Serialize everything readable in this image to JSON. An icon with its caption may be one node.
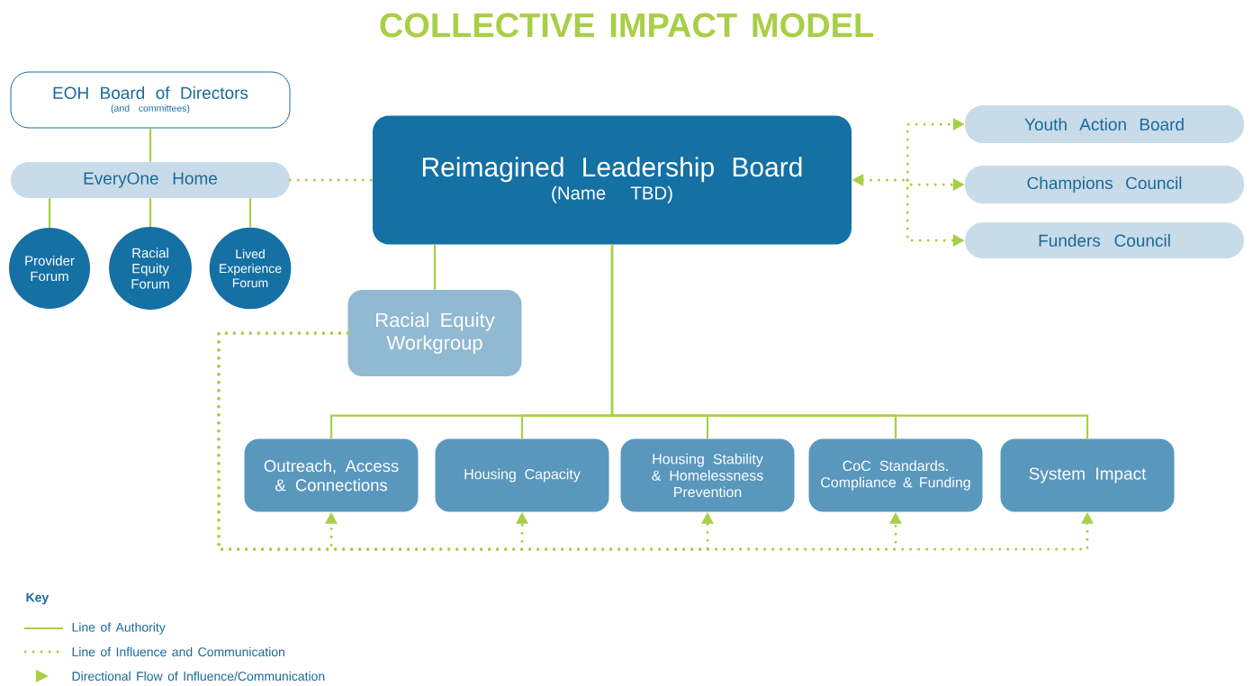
{
  "diagram": {
    "title": "COLLECTIVE IMPACT MODEL",
    "nodes": [
      {
        "text": [
          "EOH Board of Directors",
          "(and committees)"
        ]
      },
      {
        "text": [
          "EveryOne Home"
        ]
      },
      {
        "text": [
          "Provider Forum"
        ]
      },
      {
        "text": [
          "Racial Equity Forum"
        ]
      },
      {
        "text": [
          "Lived Experience Forum"
        ]
      },
      {
        "text": [
          "Reimagined Leadership Board",
          "(Name TBD)"
        ]
      },
      {
        "text": [
          "Youth Action Board"
        ]
      },
      {
        "text": [
          "Champions Council"
        ]
      },
      {
        "text": [
          "Funders Council"
        ]
      },
      {
        "text": [
          "Racial Equity Workgroup"
        ]
      },
      {
        "text": [
          "Outreach, Access & Connections"
        ]
      },
      {
        "text": [
          "Housing Capacity"
        ]
      },
      {
        "text": [
          "Housing Stability & Homelessness Prevention"
        ]
      },
      {
        "text": [
          "CoC Standards. Compliance & Funding"
        ]
      },
      {
        "text": [
          "System Impact"
        ]
      }
    ],
    "edges": [
      {
        "from": 0,
        "to": 1,
        "arrow": "none"
      },
      {
        "from": 1,
        "to": 2,
        "arrow": "none"
      },
      {
        "from": 1,
        "to": 3,
        "arrow": "none"
      },
      {
        "from": 1,
        "to": 4,
        "arrow": "none"
      },
      {
        "from": 1,
        "to": 5,
        "arrow": "none",
        "style": "dashed"
      },
      {
        "from": 5,
        "to": 6,
        "arrow": "both",
        "style": "dashed"
      },
      {
        "from": 5,
        "to": 7,
        "arrow": "both",
        "style": "dashed"
      },
      {
        "from": 5,
        "to": 8,
        "arrow": "both",
        "style": "dashed"
      },
      {
        "from": 5,
        "to": 9,
        "arrow": "none"
      },
      {
        "from": 5,
        "to": 10,
        "arrow": "none"
      },
      {
        "from": 5,
        "to": 11,
        "arrow": "none"
      },
      {
        "from": 5,
        "to": 12,
        "arrow": "none"
      },
      {
        "from": 5,
        "to": 13,
        "arrow": "none"
      },
      {
        "from": 5,
        "to": 14,
        "arrow": "none"
      },
      {
        "from": 9,
        "to": 10,
        "arrow": "to",
        "style": "dashed"
      },
      {
        "from": 9,
        "to": 11,
        "arrow": "to",
        "style": "dashed"
      },
      {
        "from": 9,
        "to": 12,
        "arrow": "to",
        "style": "dashed"
      },
      {
        "from": 9,
        "to": 13,
        "arrow": "to",
        "style": "dashed"
      },
      {
        "from": 9,
        "to": 14,
        "arrow": "to",
        "style": "dashed"
      }
    ],
    "labels": [
      "Key"
    ],
    "legend": [
      {
        "text": "Line of Authority"
      },
      {
        "text": "Line of Influence and Communication"
      },
      {
        "text": "Directional Flow of  Influence/Communication"
      }
    ]
  }
}
